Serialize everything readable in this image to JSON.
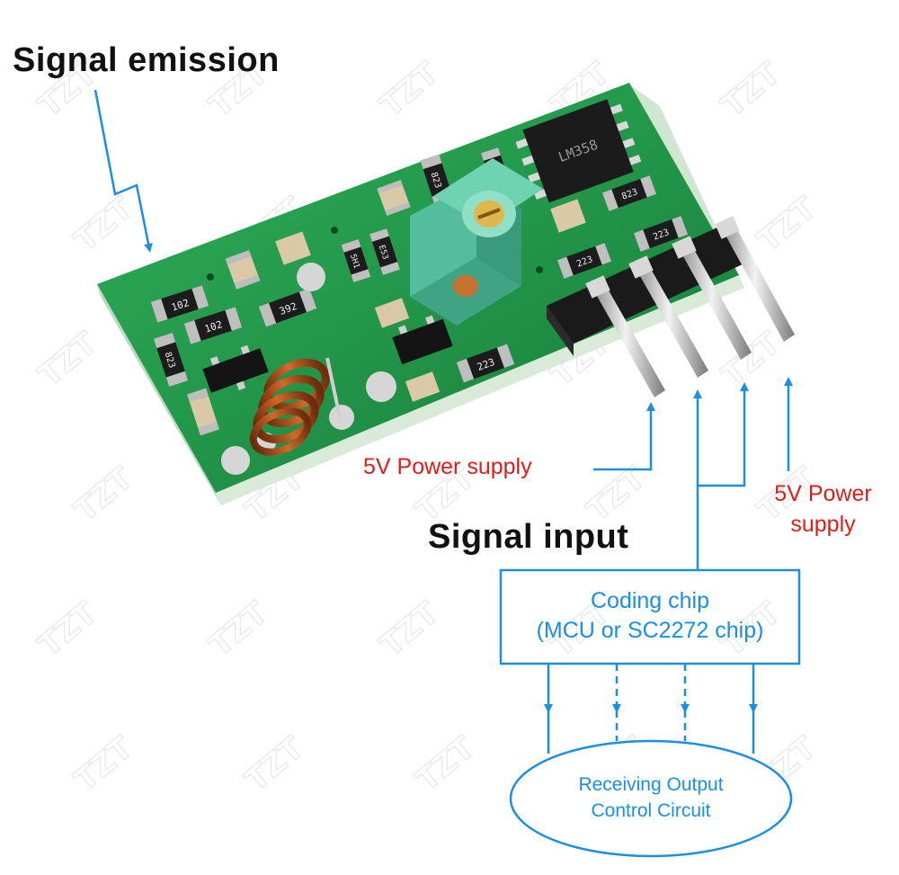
{
  "colors": {
    "accent_blue": "#1a8fe3",
    "label_red": "#e21b1b",
    "board_green": "#1f9a48",
    "coil_copper": "#b5521c",
    "potentiometer_teal": "#5ec7a6"
  },
  "headings": {
    "signal_emission": "Signal emission",
    "signal_input": "Signal input"
  },
  "power_labels": {
    "left": "5V Power supply",
    "right_line1": "5V Power",
    "right_line2": "supply"
  },
  "coding_chip": {
    "line1": "Coding chip",
    "line2": "(MCU or SC2272 chip)"
  },
  "output_circuit": {
    "line1": "Receiving Output",
    "line2": "Control Circuit"
  },
  "watermark": {
    "text": "TZT"
  },
  "board_markings": {
    "r1": "102",
    "r2": "102",
    "r3": "823",
    "r4": "392",
    "r5": "223",
    "r6": "823",
    "r7": "223",
    "r8": "223",
    "r9": "823",
    "r10": "823",
    "r11": "E53",
    "r12": "5H1",
    "chip": "LM358"
  }
}
